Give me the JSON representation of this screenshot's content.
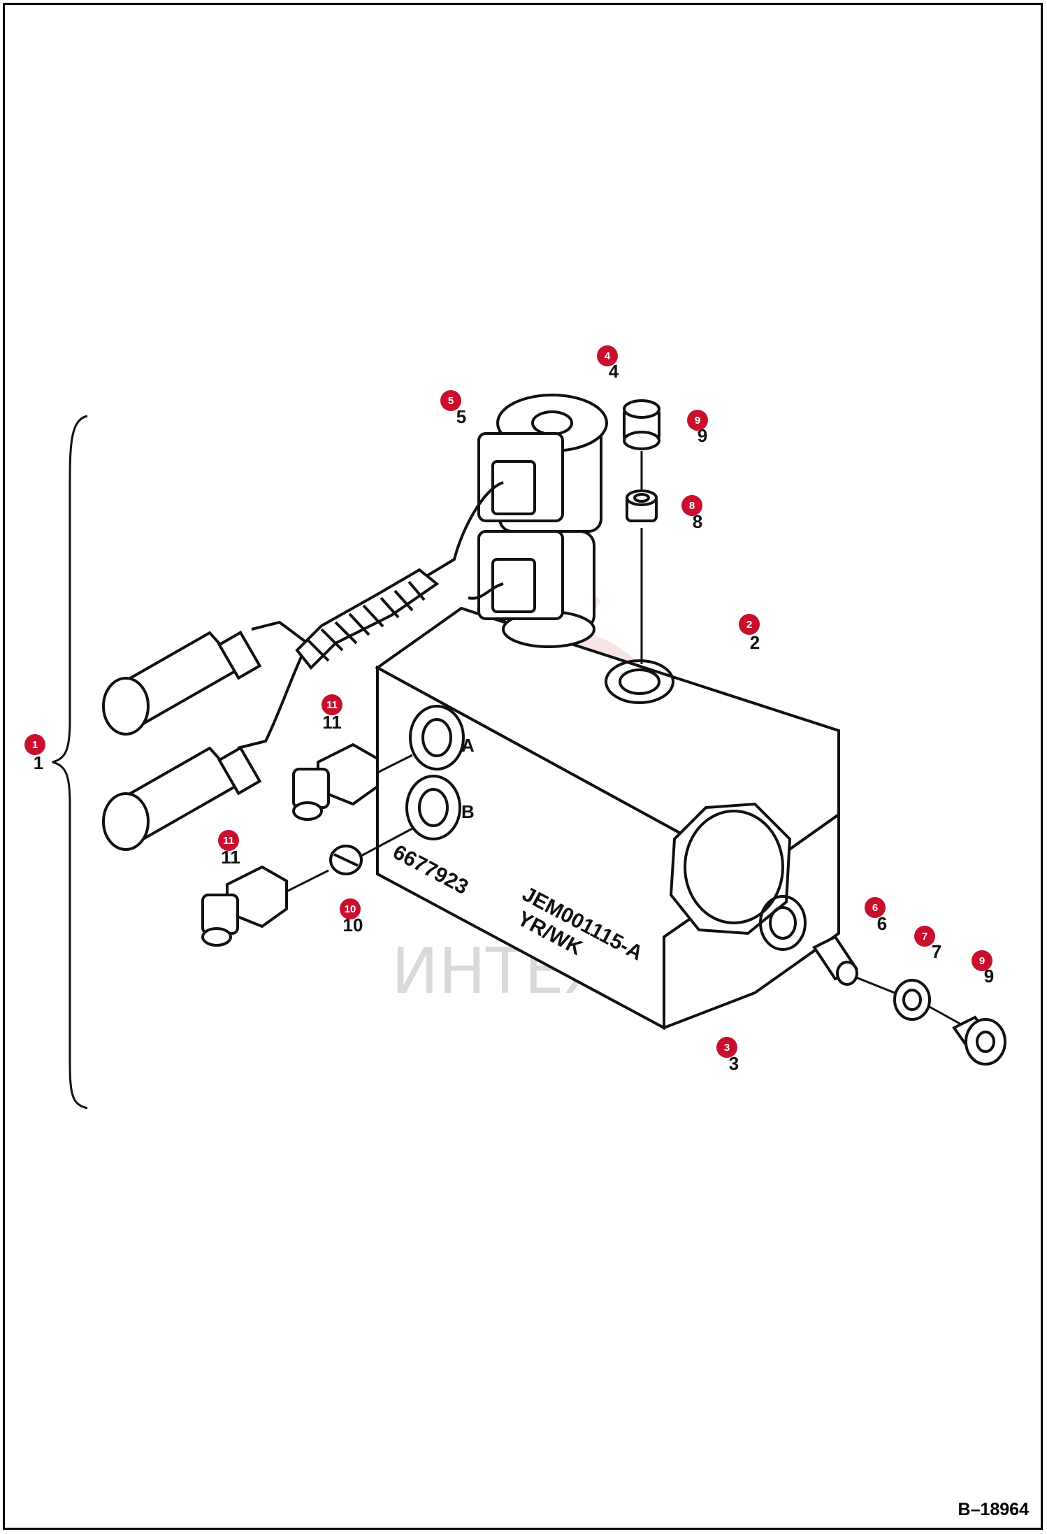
{
  "figure_id": "B–18964",
  "watermark_text": "ИНТЕХ",
  "block_stamp_line1": "JEM001115-A",
  "block_stamp_line2": "YR/WK",
  "block_part_number": "6677923",
  "port_a_label": "A",
  "port_b_label": "B",
  "callouts": [
    "1",
    "2",
    "3",
    "4",
    "5",
    "6",
    "7",
    "8",
    "9",
    "9",
    "10",
    "11",
    "11"
  ],
  "colors": {
    "callout": "#c8102e",
    "line": "#111111",
    "watermark": "#f4cfcf"
  }
}
